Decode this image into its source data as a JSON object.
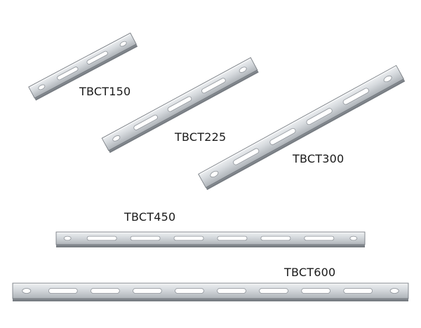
{
  "colors": {
    "steel_light": "#dcdfe2",
    "steel_mid": "#b8bcc1",
    "steel_dark": "#8e9399",
    "edge": "#6f747a",
    "slot_fill": "#ffffff",
    "label_text": "#1a1a1a"
  },
  "products": [
    {
      "id": "tbct150",
      "label": "TBCT150",
      "slot_count": 2
    },
    {
      "id": "tbct225",
      "label": "TBCT225",
      "slot_count": 3
    },
    {
      "id": "tbct300",
      "label": "TBCT300",
      "slot_count": 4
    },
    {
      "id": "tbct450",
      "label": "TBCT450",
      "slot_count": 6
    },
    {
      "id": "tbct600",
      "label": "TBCT600",
      "slot_count": 8
    }
  ]
}
